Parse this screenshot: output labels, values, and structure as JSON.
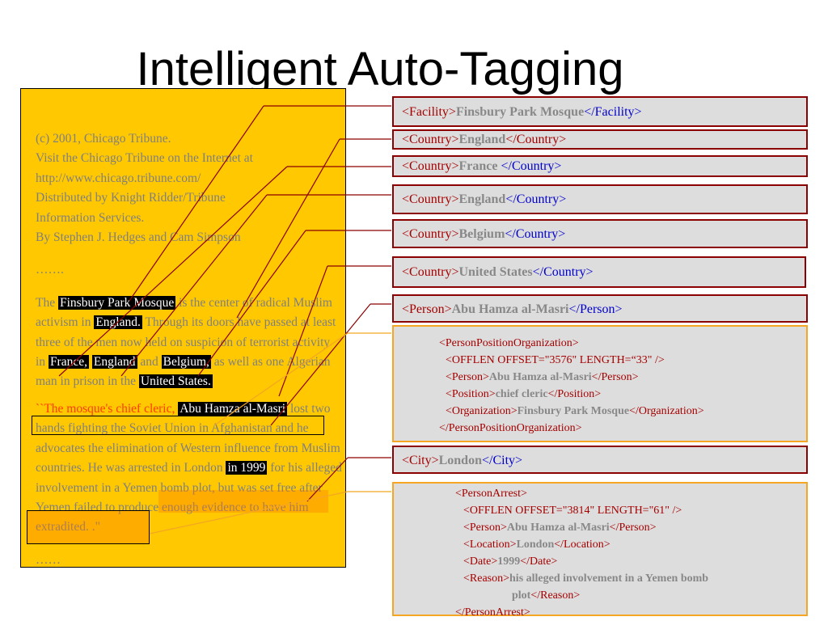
{
  "slide": {
    "title": "Intelligent Auto-Tagging"
  },
  "document": {
    "header": [
      "(c) 2001, Chicago Tribune.",
      "Visit the Chicago Tribune on the Internet at",
      "http://www.chicago.tribune.com/",
      "Distributed by Knight Ridder/Tribune",
      "Information Services.",
      "By Stephen J. Hedges and Cam Simpson"
    ],
    "ellipsis1": "…….",
    "p1": {
      "t1": "The ",
      "hl_mosque": "Finsbury Park Mosque",
      "t2": " is the center of radical Muslim activism in ",
      "hl_england": "England.",
      "t3": " Through its doors have passed at least three of the men now held on suspicion of terrorist activity in ",
      "hl_france": "France,",
      "t4": " ",
      "hl_england2": "England",
      "t5": " and ",
      "hl_belgium": "Belgium,",
      "t6": " as well as one Algerian man in prison in the ",
      "hl_us": "United States."
    },
    "p2": {
      "t1": "``The mosque's chief cleric, ",
      "hl_person": "Abu Hamza al-Masri",
      "t2": " lost two hands fighting the Soviet Union in Afghanistan and he advocates the elimination of Western influence from Muslim countries. He was arrested in London ",
      "hl_1999": "in 1999",
      "t3": " for his alleged involvement in a Yemen bomb plot, but was set free after Yemen failed to produce enough evidence to have him extradited. .\""
    },
    "ellipsis2": "……"
  },
  "tags": {
    "facility": {
      "open": "<Facility>",
      "value": "Finsbury Park Mosque",
      "close": "</Facility>"
    },
    "country1": {
      "open": "<Country>",
      "value": "England",
      "close": "</Country>"
    },
    "country2": {
      "open": "<Country>",
      "value": "France ",
      "close": "</Country>"
    },
    "country3": {
      "open": "<Country>",
      "value": "England",
      "close": "</Country>"
    },
    "country4": {
      "open": "<Country>",
      "value": "Belgium",
      "close": "</Country>"
    },
    "country5": {
      "open": "<Country>",
      "value": "United States",
      "close": "</Country>"
    },
    "person": {
      "open": "<Person>",
      "value": "Abu Hamza al-Masri",
      "close": "</Person>"
    },
    "city": {
      "open": "<City>",
      "value": "London",
      "close": "</City>"
    }
  },
  "ppo": {
    "open": "<PersonPositionOrganization>",
    "offlen_a": "<OFFLEN OFFSET=\"3576\"   LENGTH=“33\" />",
    "person_open": "<Person>",
    "person_val": "Abu Hamza al-Masri",
    "person_close": "</Person>",
    "pos_open": "<Position>",
    "pos_val": "chief cleric",
    "pos_close": "</Position>",
    "org_open": "<Organization>",
    "org_val": "Finsbury Park Mosque",
    "org_close": "</Organization>",
    "close": "</PersonPositionOrganization>"
  },
  "arrest": {
    "open": "<PersonArrest>",
    "offlen_a": "<OFFLEN OFFSET=\"3814\" LENGTH=\"61\" />",
    "person_open": "<Person>",
    "person_val": "Abu Hamza al-Masri",
    "person_close": "</Person>",
    "loc_open": "<Location>",
    "loc_val": "London",
    "loc_close": "</Location>",
    "date_open": "<Date>",
    "date_val": "1999",
    "date_close": "</Date>",
    "reason_open": "<Reason>",
    "reason_val1": "his alleged involvement in a Yemen bomb",
    "reason_val2": "plot",
    "reason_close": "</Reason>",
    "close": "</PersonArrest>"
  },
  "colors": {
    "document_bg": "#FFC800",
    "tag_bg": "#DDDDDD",
    "tag_border": "#8B0000",
    "relation_border": "#F5A623",
    "highlight": "#000000"
  }
}
